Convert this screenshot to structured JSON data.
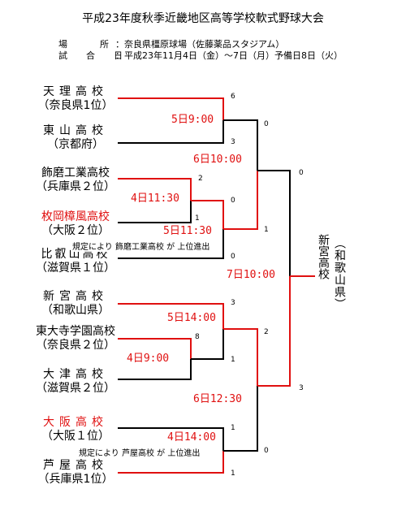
{
  "header": {
    "title": "平成23年度秋季近畿地区高等学校軟式野球大会",
    "venue_label": "場　　所",
    "venue": "：奈良県橿原球場（佐藤薬品スタジアム）",
    "dates_label": "試　合　日",
    "dates": "：平成23年11月4日（金）～7日（月）予備日8日（火）"
  },
  "teams": [
    {
      "name": "天理高校",
      "pref": "（奈良県1位）",
      "color": "#000000"
    },
    {
      "name": "東山高校",
      "pref": "（京都府）",
      "color": "#000000"
    },
    {
      "name": "飾磨工業高校",
      "pref": "（兵庫県２位）",
      "color": "#000000"
    },
    {
      "name": "枚岡樟風高校",
      "pref": "（大阪２位）",
      "color": "#e01010"
    },
    {
      "name": "比叡山高校",
      "pref": "（滋賀県１位）",
      "color": "#000000"
    },
    {
      "name": "新宮高校",
      "pref": "（和歌山県）",
      "color": "#000000"
    },
    {
      "name": "東大寺学園高校",
      "pref": "（奈良県２位）",
      "color": "#000000"
    },
    {
      "name": "大津高校",
      "pref": "（滋賀県２位）",
      "color": "#000000"
    },
    {
      "name": "大阪高校",
      "pref": "（大阪１位）",
      "color": "#e01010"
    },
    {
      "name": "芦屋高校",
      "pref": "（兵庫県1位）",
      "color": "#000000"
    }
  ],
  "matches": {
    "m1": "5日9:00",
    "m2": "4日11:30",
    "m3": "5日11:30",
    "m4": "6日10:00",
    "m5": "5日14:00",
    "m6": "4日9:00",
    "m7": "6日12:30",
    "m8": "4日14:00",
    "final": "7日10:00"
  },
  "scores": {
    "tenri": "6",
    "higashiyama": "3",
    "shikama": "2",
    "hiraoka": "1",
    "m2_winner": "0",
    "m3_winner": "1",
    "hieizan": "0",
    "m1_winner": "0",
    "semi1": "0",
    "shingu": "3",
    "todaiji": "8",
    "otsu": "1",
    "m6_winner": "2",
    "osaka": "1",
    "ashiya": "1",
    "m8_winner": "0",
    "semi2": "3"
  },
  "notes": {
    "note1": "規定により 飾磨工業高校 が 上位進出",
    "note2": "規定により 芦屋高校 が 上位進出"
  },
  "champion": {
    "name": "新宮高校",
    "pref": "（和歌山県）"
  },
  "colors": {
    "win_line": "#e01010",
    "line": "#000000"
  }
}
